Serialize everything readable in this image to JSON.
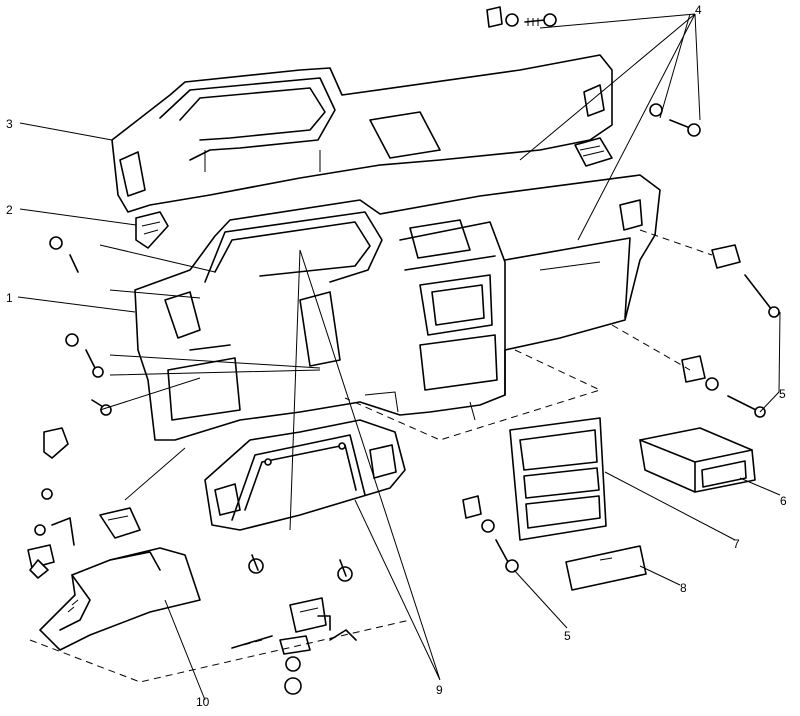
{
  "callouts": [
    {
      "id": "c1",
      "label": "1"
    },
    {
      "id": "c2",
      "label": "2"
    },
    {
      "id": "c3",
      "label": "3"
    },
    {
      "id": "c4",
      "label": "4"
    },
    {
      "id": "c5a",
      "label": "5"
    },
    {
      "id": "c5b",
      "label": "5"
    },
    {
      "id": "c6",
      "label": "6"
    },
    {
      "id": "c7",
      "label": "7"
    },
    {
      "id": "c8",
      "label": "8"
    },
    {
      "id": "c9",
      "label": "9"
    },
    {
      "id": "c10",
      "label": "10"
    }
  ]
}
